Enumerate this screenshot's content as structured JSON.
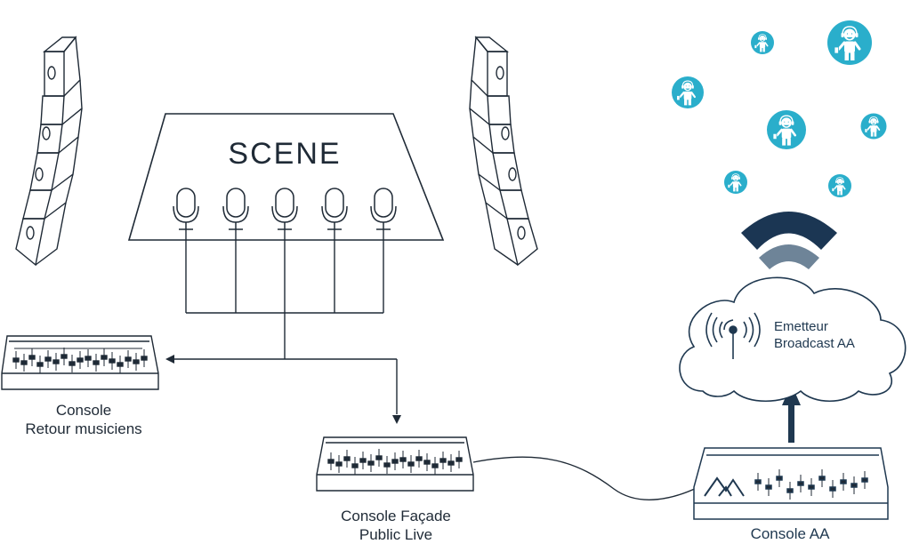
{
  "stage": {
    "title": "SCENE"
  },
  "labels": {
    "console_retour": [
      "Console",
      "Retour musiciens"
    ],
    "console_facade": [
      "Console Façade",
      "Public Live"
    ],
    "console_aa": "Console AA",
    "emitter": [
      "Emetteur",
      "Broadcast AA"
    ]
  },
  "colors": {
    "line": "#1f2a36",
    "audience": "#2aaecb",
    "signal_dark": "#1b3653",
    "signal_light": "#6e8498",
    "aa_navy": "#1f3850"
  },
  "icons": [
    "speaker-array-icon",
    "microphone-icon",
    "mixing-console-icon",
    "listener-headphones-icon",
    "broadcast-antenna-icon",
    "wifi-signal-icon",
    "arrow-up-icon",
    "cloud-icon"
  ]
}
